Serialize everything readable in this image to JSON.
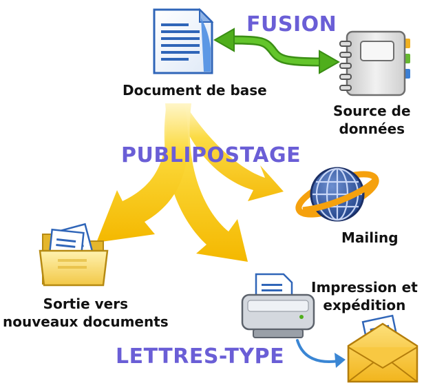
{
  "titles": {
    "fusion": "FUSION",
    "publipostage": "PUBLIPOSTAGE",
    "lettres_type": "LETTRES-TYPE"
  },
  "nodes": {
    "document_base": "Document de base",
    "source_line1": "Source de",
    "source_line2": "données",
    "mailing": "Mailing",
    "sortie_line1": "Sortie vers",
    "sortie_line2": "nouveaux documents",
    "impression_line1": "Impression et",
    "impression_line2": "expédition"
  },
  "colors": {
    "title": "#6a5ed6",
    "flow_arrow": "#f6c70f",
    "fusion_arrow": "#4fae1c",
    "mail_arrow": "#3a86d4"
  },
  "icons": [
    "document-icon",
    "address-book-icon",
    "globe-icon",
    "folder-icon",
    "printer-icon",
    "envelope-icon"
  ]
}
